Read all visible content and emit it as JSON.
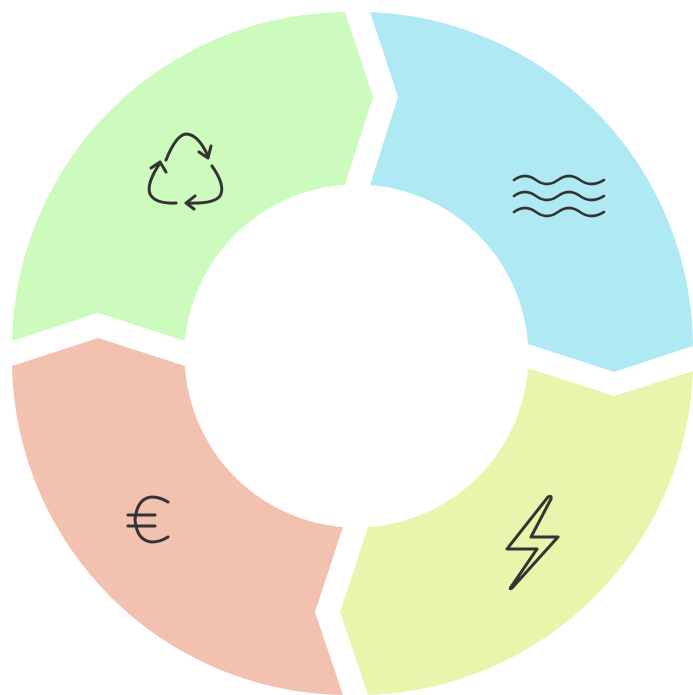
{
  "diagram": {
    "type": "cycle",
    "segments": [
      {
        "id": "recycle",
        "icon": "recycle-icon",
        "color": "#ccfbbd"
      },
      {
        "id": "water",
        "icon": "water-waves-icon",
        "color": "#afeaf4"
      },
      {
        "id": "energy",
        "icon": "lightning-bolt-icon",
        "color": "#ebf4ad"
      },
      {
        "id": "money",
        "icon": "euro-icon",
        "color": "#f2c1b0"
      }
    ],
    "icon_color": "#333333",
    "background": "#ffffff"
  }
}
